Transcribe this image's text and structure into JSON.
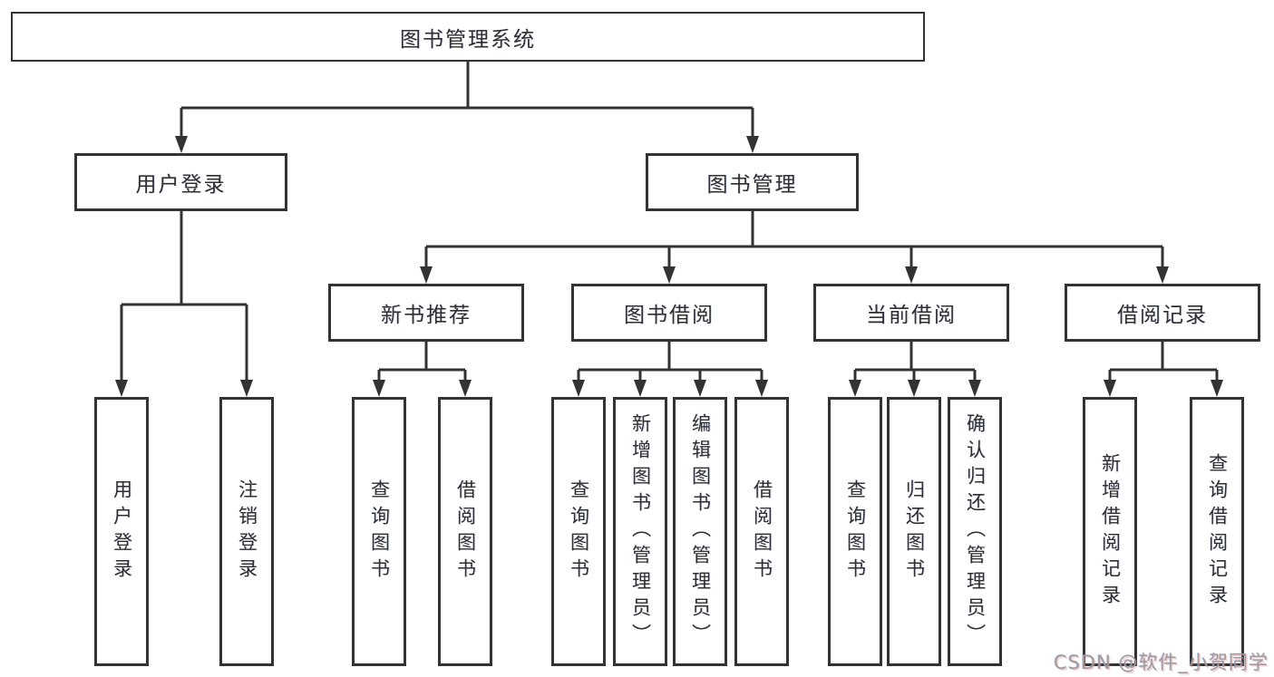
{
  "colors": {
    "line": "#333333",
    "text": "#2f2f2f",
    "background": "#ffffff",
    "watermark": "#9c9c9c"
  },
  "nodes": {
    "root": "图书管理系统",
    "user_login": "用户登录",
    "book_mgmt": "图书管理",
    "new_books": "新书推荐",
    "book_borrow": "图书借阅",
    "current_borrow": "当前借阅",
    "borrow_records": "借阅记录",
    "leaf_user_login": "用户登录",
    "leaf_logout": "注销登录",
    "leaf_nb_query": "查询图书",
    "leaf_nb_borrow": "借阅图书",
    "leaf_bb_query": "查询图书",
    "leaf_bb_add": "新增图书（管理员）",
    "leaf_bb_edit": "编辑图书（管理员）",
    "leaf_bb_borrow": "借阅图书",
    "leaf_cb_query": "查询图书",
    "leaf_cb_return": "归还图书",
    "leaf_cb_confirm": "确认归还（管理员）",
    "leaf_br_add": "新增借阅记录",
    "leaf_br_query": "查询借阅记录"
  },
  "hierarchy": {
    "图书管理系统": {
      "用户登录": [
        "用户登录",
        "注销登录"
      ],
      "图书管理": {
        "新书推荐": [
          "查询图书",
          "借阅图书"
        ],
        "图书借阅": [
          "查询图书",
          "新增图书（管理员）",
          "编辑图书（管理员）",
          "借阅图书"
        ],
        "当前借阅": [
          "查询图书",
          "归还图书",
          "确认归还（管理员）"
        ],
        "借阅记录": [
          "新增借阅记录",
          "查询借阅记录"
        ]
      }
    }
  },
  "watermark": "CSDN @软件_小贺同学"
}
